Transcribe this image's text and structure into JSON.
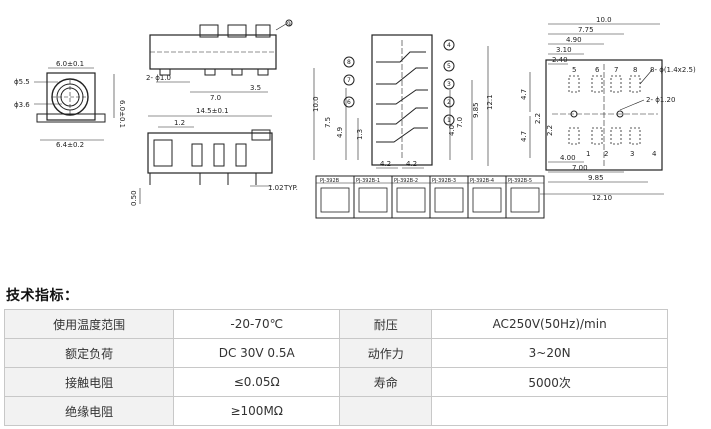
{
  "drawing": {
    "front_view": {
      "dims": [
        "6.0±0.1",
        "6.0±0.1",
        "ϕ5.5",
        "ϕ3.6",
        "6.4±0.2"
      ]
    },
    "top_view": {
      "balloon": "9",
      "dims": [
        "2- ϕ1.0",
        "7.0",
        "3.5"
      ]
    },
    "side_view": {
      "dims": [
        "14.5±0.1",
        "1.2",
        "0.50",
        "1.02",
        "TYP."
      ]
    },
    "schematic": {
      "balloons": [
        "8",
        "7",
        "6",
        "4",
        "5",
        "3",
        "2",
        "1"
      ],
      "dims": [
        "10.0",
        "7.5",
        "4.9",
        "1.3",
        "7.0",
        "4.0",
        "9.85",
        "12.1",
        "4.2",
        "4.2"
      ]
    },
    "variants": [
      "PJ-392B",
      "PJ-392B-1",
      "PJ-392B-2",
      "PJ-392B-3",
      "PJ-392B-4",
      "PJ-392B-5"
    ],
    "footprint": {
      "dims": [
        "10.0",
        "7.75",
        "4.90",
        "3.10",
        "2.40",
        "4.7",
        "4.7",
        "2.2",
        "2.2",
        "4.00",
        "7.00",
        "9.85",
        "12.10"
      ],
      "pad_numbers_top": [
        "5",
        "6",
        "7",
        "8"
      ],
      "pad_numbers_bottom": [
        "1",
        "2",
        "3",
        "4"
      ],
      "callout_holes": "8- ϕ(1.4x2.5)",
      "callout_posts": "2- ϕ1.20"
    }
  },
  "specs": {
    "heading": "技术指标：",
    "rows": [
      {
        "label1": "使用温度范围",
        "value1": "-20-70℃",
        "label2": "耐压",
        "value2": "AC250V(50Hz)/min"
      },
      {
        "label1": "额定负荷",
        "value1": "DC 30V 0.5A",
        "label2": "动作力",
        "value2": "3~20N"
      },
      {
        "label1": "接触电阻",
        "value1": "≤0.05Ω",
        "label2": "寿命",
        "value2": "5000次"
      },
      {
        "label1": "绝缘电阻",
        "value1": "≥100MΩ",
        "label2": "",
        "value2": ""
      }
    ]
  }
}
